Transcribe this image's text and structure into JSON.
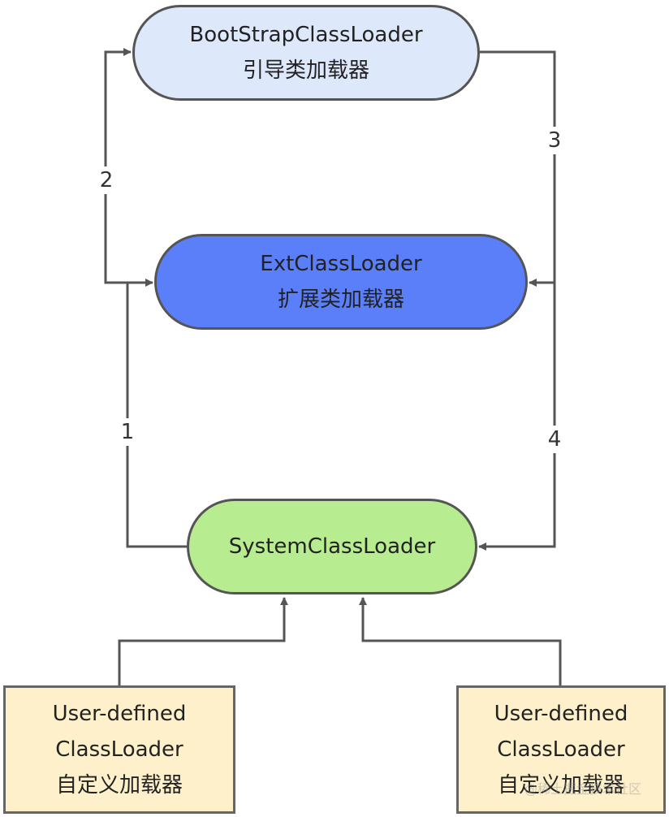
{
  "nodes": {
    "bootstrap": {
      "line1": "BootStrapClassLoader",
      "line2": "引导类加载器",
      "color": "#dde8fb"
    },
    "ext": {
      "line1": "ExtClassLoader",
      "line2": "扩展类加载器",
      "color": "#5a7ff9"
    },
    "system": {
      "line1": "SystemClassLoader",
      "color": "#b7ec91"
    },
    "user_left": {
      "line1": "User-defined",
      "line2": "ClassLoader",
      "line3": "自定义加载器",
      "color": "#fdf0cb"
    },
    "user_right": {
      "line1": "User-defined",
      "line2": "ClassLoader",
      "line3": "自定义加载器",
      "color": "#fdf0cb"
    }
  },
  "edges": {
    "label_1": "1",
    "label_2": "2",
    "label_3": "3",
    "label_4": "4",
    "stroke_color": "#555555"
  },
  "watermark": "@稀土掘金技术社区"
}
